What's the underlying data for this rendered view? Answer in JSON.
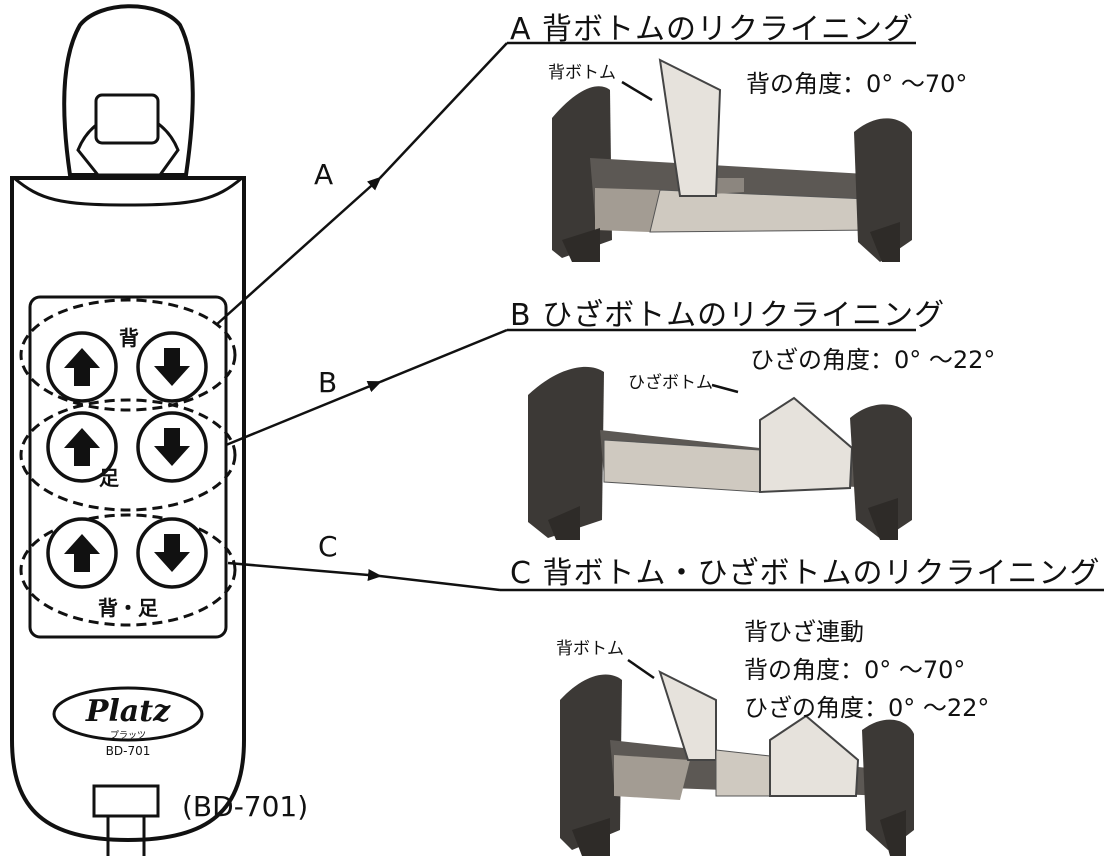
{
  "remote": {
    "button_groups": [
      {
        "label": "背",
        "up": "up-arrow",
        "down": "down-arrow"
      },
      {
        "label": "足",
        "up": "up-arrow",
        "down": "down-arrow"
      },
      {
        "label": "背・足",
        "up": "up-arrow",
        "down": "down-arrow"
      }
    ],
    "brand": "Platz",
    "brand_sub": "プラッツ",
    "model": "BD-701",
    "model_caption": "(BD-701)"
  },
  "callouts": {
    "a_letter": "A",
    "b_letter": "B",
    "c_letter": "C"
  },
  "sections": {
    "a": {
      "heading": "A 背ボトムのリクライニング",
      "part_label": "背ボトム",
      "angle": "背の角度：0° ～70°"
    },
    "b": {
      "heading": "B ひざボトムのリクライニング",
      "part_label": "ひざボトム",
      "angle": "ひざの角度：0° ～22°"
    },
    "c": {
      "heading": "C 背ボトム・ひざボトムのリクライニング",
      "part_label": "背ボトム",
      "mode": "背ひざ連動",
      "angle_back": "背の角度：0° ～70°",
      "angle_knee": "ひざの角度：0° ～22°"
    }
  }
}
